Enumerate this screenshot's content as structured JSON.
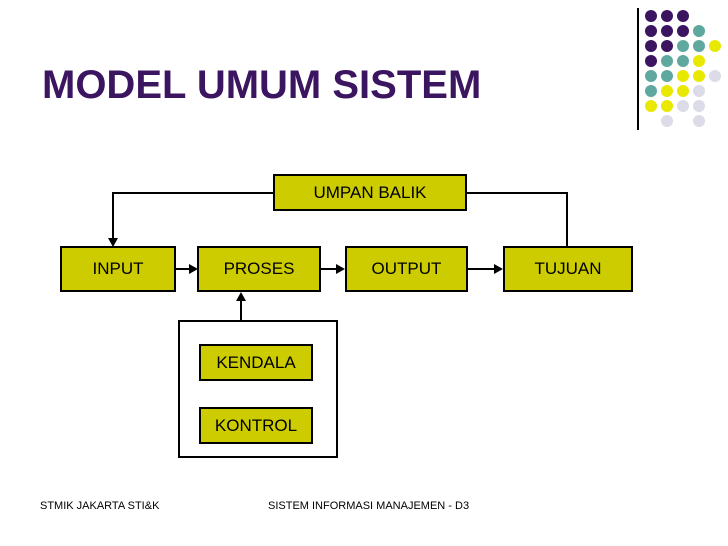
{
  "slide": {
    "title": "MODEL UMUM SISTEM",
    "background": "#ffffff",
    "title_color": "#3B1560"
  },
  "decoration": {
    "name": "dot-grid",
    "colors": {
      "dark_purple": "#3B1560",
      "teal": "#5FA8A0",
      "yellow": "#E8E800",
      "lavender": "#DCDCE8"
    },
    "dots": [
      {
        "col": 0,
        "row": 0,
        "color": "#3B1560"
      },
      {
        "col": 1,
        "row": 0,
        "color": "#3B1560"
      },
      {
        "col": 2,
        "row": 0,
        "color": "#3B1560"
      },
      {
        "col": 0,
        "row": 1,
        "color": "#3B1560"
      },
      {
        "col": 1,
        "row": 1,
        "color": "#3B1560"
      },
      {
        "col": 2,
        "row": 1,
        "color": "#3B1560"
      },
      {
        "col": 3,
        "row": 1,
        "color": "#5FA8A0"
      },
      {
        "col": 0,
        "row": 2,
        "color": "#3B1560"
      },
      {
        "col": 1,
        "row": 2,
        "color": "#3B1560"
      },
      {
        "col": 2,
        "row": 2,
        "color": "#5FA8A0"
      },
      {
        "col": 3,
        "row": 2,
        "color": "#5FA8A0"
      },
      {
        "col": 4,
        "row": 2,
        "color": "#E8E800"
      },
      {
        "col": 0,
        "row": 3,
        "color": "#3B1560"
      },
      {
        "col": 1,
        "row": 3,
        "color": "#5FA8A0"
      },
      {
        "col": 2,
        "row": 3,
        "color": "#5FA8A0"
      },
      {
        "col": 3,
        "row": 3,
        "color": "#E8E800"
      },
      {
        "col": 0,
        "row": 4,
        "color": "#5FA8A0"
      },
      {
        "col": 1,
        "row": 4,
        "color": "#5FA8A0"
      },
      {
        "col": 2,
        "row": 4,
        "color": "#E8E800"
      },
      {
        "col": 3,
        "row": 4,
        "color": "#E8E800"
      },
      {
        "col": 4,
        "row": 4,
        "color": "#DCDCE8"
      },
      {
        "col": 0,
        "row": 5,
        "color": "#5FA8A0"
      },
      {
        "col": 1,
        "row": 5,
        "color": "#E8E800"
      },
      {
        "col": 2,
        "row": 5,
        "color": "#E8E800"
      },
      {
        "col": 3,
        "row": 5,
        "color": "#DCDCE8"
      },
      {
        "col": 0,
        "row": 6,
        "color": "#E8E800"
      },
      {
        "col": 1,
        "row": 6,
        "color": "#E8E800"
      },
      {
        "col": 2,
        "row": 6,
        "color": "#DCDCE8"
      },
      {
        "col": 3,
        "row": 6,
        "color": "#DCDCE8"
      },
      {
        "col": 1,
        "row": 7,
        "color": "#DCDCE8"
      },
      {
        "col": 3,
        "row": 7,
        "color": "#DCDCE8"
      }
    ]
  },
  "diagram": {
    "node_fill": "#CCCC00",
    "node_border": "#000000",
    "feedback": {
      "label": "UMPAN BALIK"
    },
    "flow": [
      {
        "id": "input",
        "label": "INPUT"
      },
      {
        "id": "proses",
        "label": "PROSES"
      },
      {
        "id": "output",
        "label": "OUTPUT"
      },
      {
        "id": "tujuan",
        "label": "TUJUAN"
      }
    ],
    "control_group": [
      {
        "id": "kendala",
        "label": "KENDALA"
      },
      {
        "id": "kontrol",
        "label": "KONTROL"
      }
    ]
  },
  "footer": {
    "left": "STMIK JAKARTA STI&K",
    "right": "SISTEM INFORMASI MANAJEMEN - D3"
  }
}
